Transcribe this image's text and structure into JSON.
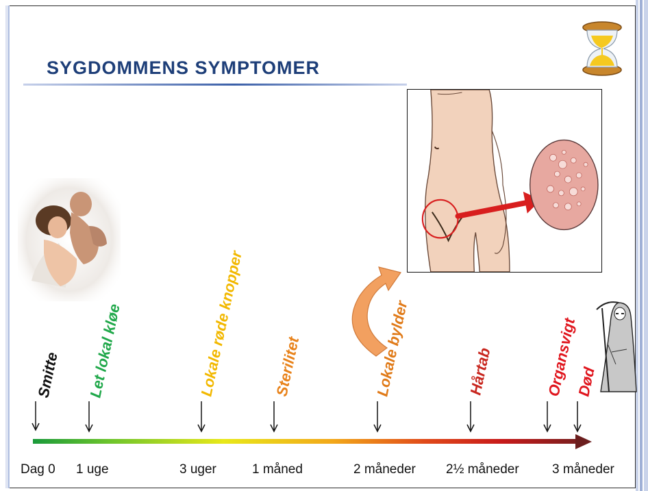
{
  "title": "Sygdommens symptomer",
  "title_display": "SYGDOMMENS SYMPTOMER",
  "symptoms": [
    {
      "text": "Smitte",
      "color": "#111111"
    },
    {
      "text": "Let lokal kløe",
      "color": "#20a84a"
    },
    {
      "text": "Lokale røde knopper",
      "color": "#f2b800"
    },
    {
      "text": "Sterilitet",
      "color": "#e8821a"
    },
    {
      "text": "Lokale bylder",
      "color": "#e07a18"
    },
    {
      "text": "Hårtab",
      "color": "#c8261e"
    },
    {
      "text": "Organsvigt",
      "color": "#e0161e"
    },
    {
      "text": "Død",
      "color": "#e0161e"
    }
  ],
  "ticks": [
    "Dag 0",
    "1 uge",
    "3 uger",
    "1 måned",
    "2 måneder",
    "2½ måneder",
    "3 måneder"
  ],
  "timeline": {
    "gradient": [
      "#1a9a3a",
      "#6cc42c",
      "#e8e81a",
      "#f2a81a",
      "#e04a1a",
      "#c81a1a",
      "#7a1e1e"
    ],
    "arrowhead_color": "#6b1e1e"
  },
  "colors": {
    "title": "#1d3e78"
  },
  "icons": [
    "hourglass-icon",
    "couple-photo",
    "body-illustration",
    "grim-reaper-icon",
    "curved-arrow-icon"
  ]
}
